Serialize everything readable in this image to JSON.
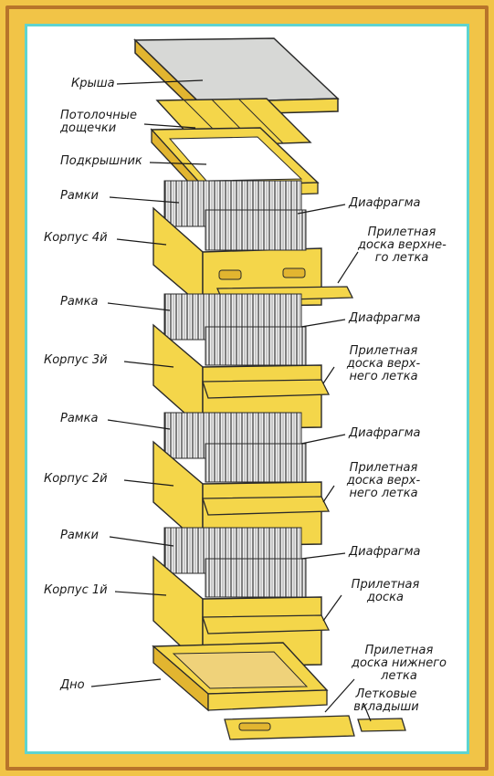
{
  "labels": {
    "roof": "Крыша",
    "ceiling_1": "Потолочные",
    "ceiling_2": "дощечки",
    "under_roof": "Подкрышник",
    "frames_top": "Рамки",
    "diaphragm_4": "Диафрагма",
    "body_4": "Корпус 4й",
    "landing_4_1": "Прилетная",
    "landing_4_2": "доска верхне-",
    "landing_4_3": "го летка",
    "frame_3": "Рамка",
    "diaphragm_3": "Диафрагма",
    "body_3": "Корпус 3й",
    "landing_3_1": "Прилетная",
    "landing_3_2": "доска верх-",
    "landing_3_3": "него летка",
    "frame_2": "Рамка",
    "diaphragm_2": "Диафрагма",
    "body_2": "Корпус 2й",
    "landing_2_1": "Прилетная",
    "landing_2_2": "доска верх-",
    "landing_2_3": "него летка",
    "frames_1": "Рамки",
    "diaphragm_1": "Диафрагма",
    "body_1": "Корпус 1й",
    "landing_1_1": "Прилетная",
    "landing_1_2": "доска",
    "bottom": "Дно",
    "landing_bottom_1": "Прилетная",
    "landing_bottom_2": "доска нижнего",
    "landing_bottom_3": "летка",
    "inserts_1": "Летковые",
    "inserts_2": "вкладыши"
  },
  "colors": {
    "wood": "#f4d64a",
    "wood_dark": "#e2b530",
    "roof_top": "#d7d8d6",
    "outline": "#2a2a2a",
    "frame_border": "#b8742a",
    "inner_border": "#5ed4d0"
  }
}
